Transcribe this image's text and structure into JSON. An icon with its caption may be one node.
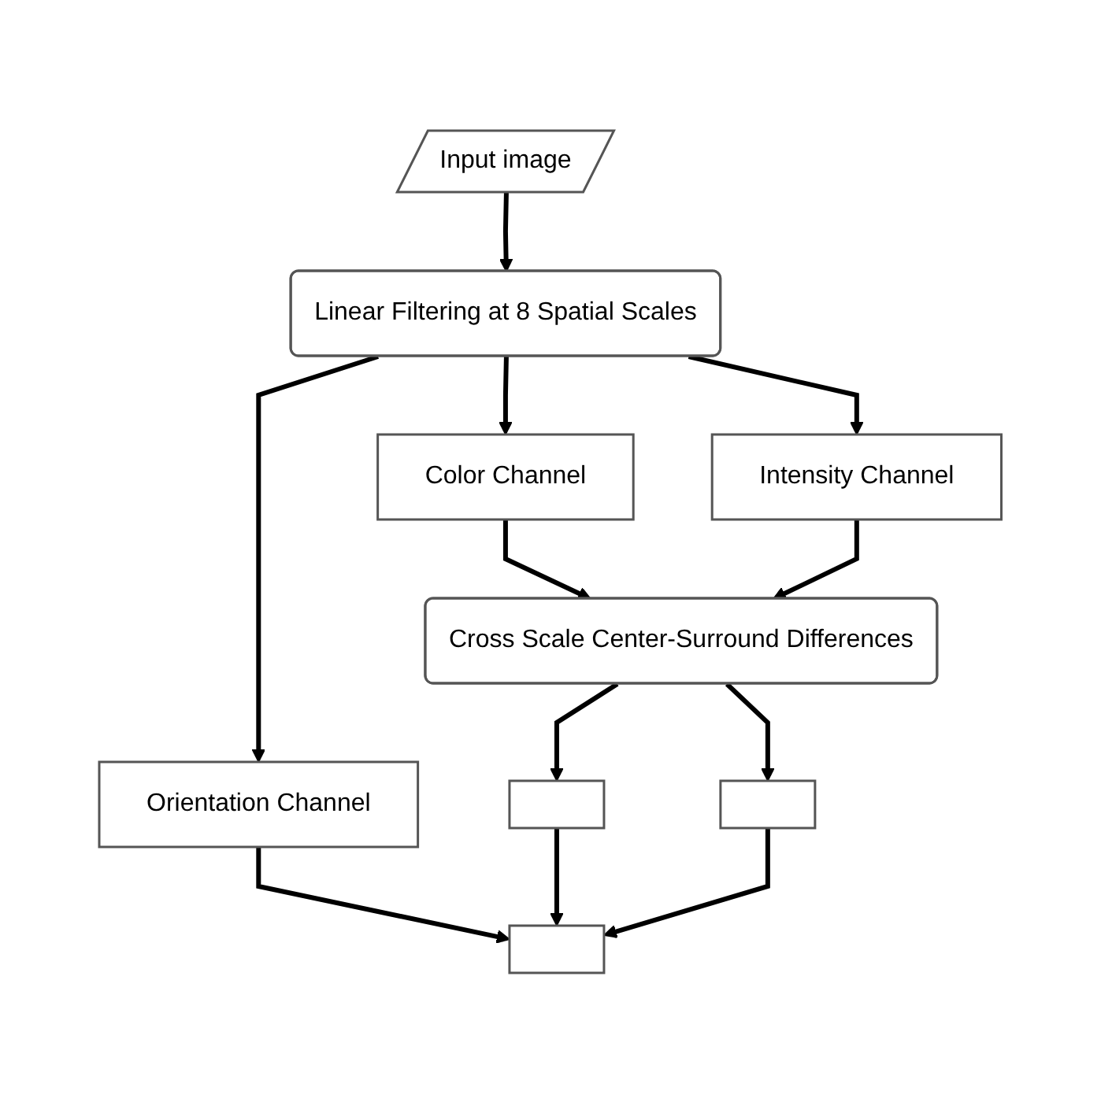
{
  "diagram": {
    "nodes": [
      {
        "text": [
          "Input image"
        ]
      },
      {
        "text": [
          "Linear Filtering at 8 Spatial Scales"
        ]
      },
      {
        "text": [
          "Orientation Channel"
        ]
      },
      {
        "text": [
          "Color Channel"
        ]
      },
      {
        "text": [
          "Intensity Channel"
        ]
      },
      {
        "text": [
          "Cross Scale Center-Surround Differences"
        ]
      },
      {
        "text": [],
        "shape": "box"
      },
      {
        "text": [],
        "shape": "box"
      },
      {
        "text": [],
        "shape": "box"
      }
    ],
    "edges": [
      {
        "from": 0,
        "to": 1,
        "arrow": "to"
      },
      {
        "from": 1,
        "to": 2,
        "arrow": "to"
      },
      {
        "from": 1,
        "to": 3,
        "arrow": "to"
      },
      {
        "from": 1,
        "to": 4,
        "arrow": "to"
      },
      {
        "from": 3,
        "to": 5,
        "arrow": "to"
      },
      {
        "from": 4,
        "to": 5,
        "arrow": "to"
      },
      {
        "from": 5,
        "to": 6,
        "arrow": "to"
      },
      {
        "from": 5,
        "to": 7,
        "arrow": "to"
      },
      {
        "from": 2,
        "to": 8,
        "arrow": "to"
      },
      {
        "from": 6,
        "to": 8,
        "arrow": "to"
      },
      {
        "from": 7,
        "to": 8,
        "arrow": "to"
      }
    ]
  }
}
